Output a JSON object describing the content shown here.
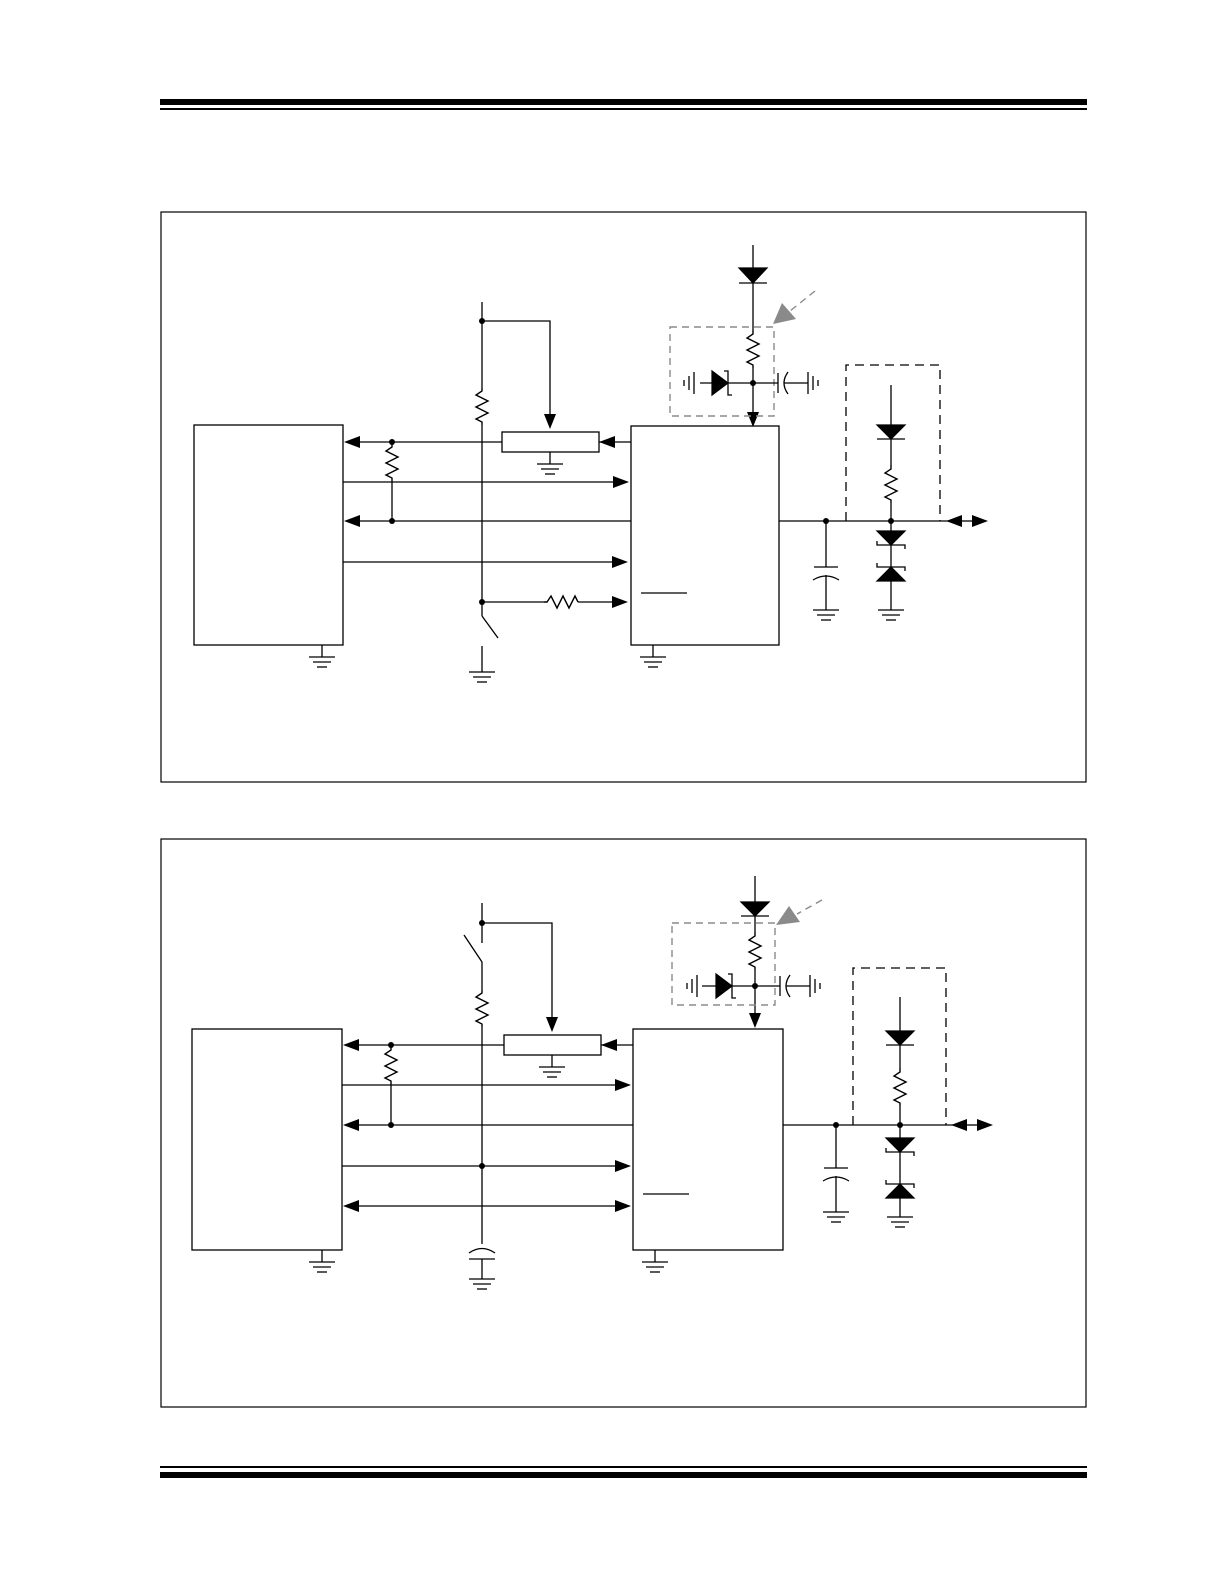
{
  "header": {
    "rule_style": "double"
  },
  "footer": {
    "rule_style": "double"
  },
  "figures": [
    {
      "id": "upper",
      "elements": [
        "controller-block",
        "transceiver-block",
        "level-shifter-block",
        "supply-diode",
        "input-protection-network",
        "bus-protection-network",
        "pull-up-resistors",
        "switch",
        "series-resistor",
        "bus-capacitor"
      ]
    },
    {
      "id": "lower",
      "elements": [
        "controller-block",
        "transceiver-block",
        "level-shifter-block",
        "supply-diode",
        "input-protection-network",
        "bus-protection-network",
        "pull-up-resistors",
        "switch",
        "filter-capacitor",
        "bus-capacitor"
      ]
    }
  ],
  "colors": {
    "line": "#000000",
    "dashed_box": "#8a8a8a",
    "pointer_arrow": "#8a8a8a",
    "background": "#ffffff"
  }
}
